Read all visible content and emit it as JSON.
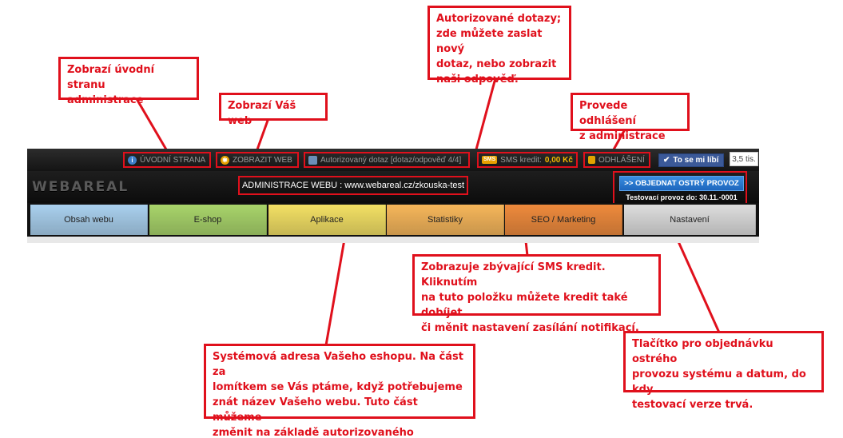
{
  "annotations": {
    "home": "Zobrazí úvodní stranu\nadministrace",
    "web": "Zobrazí Váš web",
    "queries": "Autorizované dotazy;\nzde můžete zaslat nový\ndotaz, nebo zobrazit\nnaši odpověď.",
    "logout": "Provede odhlášení\n z administrace",
    "sms": "Zobrazuje zbývající SMS kredit. Kliknutím\nna tuto položku můžete kredit také dobíjet\nči měnit nastavení zasílání notifikací.",
    "address": "Systémová adresa Vašeho eshopu. Na část za\nlomítkem se Vás ptáme, když potřebujeme\nznát název Vašeho webu. Tuto část můžeme\nzměnit na základě autorizovaného požadavku.",
    "order": "Tlačítko pro objednávku ostrého\nprovozu systému a datum, do kdy\ntestovací verze trvá."
  },
  "topbar": {
    "home_label": "ÚVODNÍ STRANA",
    "web_label": "ZOBRAZIT WEB",
    "query_label": "Autorizovaný dotaz [dotaz/odpověď 4/4]",
    "sms_badge": "SMS",
    "sms_label": "SMS kredit:",
    "sms_value": "0,00 Kč",
    "logout_label": "ODHLÁŠENÍ",
    "like_label": "To se mi líbí",
    "like_count": "3,5 tis."
  },
  "header": {
    "logo": "WEBAREAL",
    "admin_url": "ADMINISTRACE WEBU : www.webareal.cz/zkouska-test",
    "order_button": ">> OBJEDNAT OSTRÝ PROVOZ",
    "trial_text": "Testovací provoz do: 30.11.-0001"
  },
  "nav": {
    "tabs": [
      {
        "label": "Obsah webu",
        "color": "#a9d0ee"
      },
      {
        "label": "E-shop",
        "color": "#a8d46a"
      },
      {
        "label": "Aplikace",
        "color": "#f3e064"
      },
      {
        "label": "Statistiky",
        "color": "#f6b65a"
      },
      {
        "label": "SEO / Marketing",
        "color": "#ee8a3c"
      },
      {
        "label": "Nastavení",
        "color": "#dddddd"
      }
    ]
  },
  "colors": {
    "annotation": "#e0101c",
    "order_button": "#2b7fd6"
  }
}
